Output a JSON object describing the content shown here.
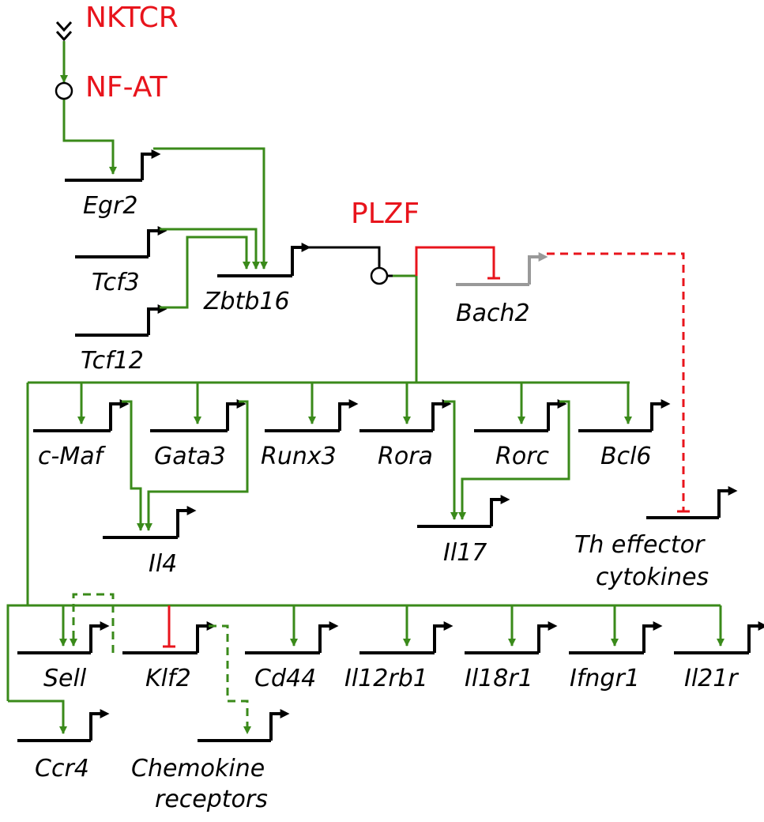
{
  "colors": {
    "activation": "#3a8a1a",
    "repression": "#e8141c",
    "gene": "#000000",
    "inactive_gene": "#999999",
    "signal_text": "#e8141c"
  },
  "signals": {
    "nktcr": "NKTCR",
    "nfat": "NF-AT",
    "plzf": "PLZF"
  },
  "genes": {
    "egr2": "Egr2",
    "tcf3": "Tcf3",
    "tcf12": "Tcf12",
    "zbtb16": "Zbtb16",
    "bach2": "Bach2",
    "cmaf": "c-Maf",
    "gata3": "Gata3",
    "runx3": "Runx3",
    "rora": "Rora",
    "rorc": "Rorc",
    "bcl6": "Bcl6",
    "il4": "Il4",
    "il17": "Il17",
    "th_line1": "Th effector",
    "th_line2": "cytokines",
    "sell": "Sell",
    "klf2": "Klf2",
    "cd44": "Cd44",
    "il12rb1": "Il12rb1",
    "il18r1": "Il18r1",
    "ifngr1": "Ifngr1",
    "il21r": "Il21r",
    "ccr4": "Ccr4",
    "chemo_line1": "Chemokine",
    "chemo_line2": "receptors"
  }
}
